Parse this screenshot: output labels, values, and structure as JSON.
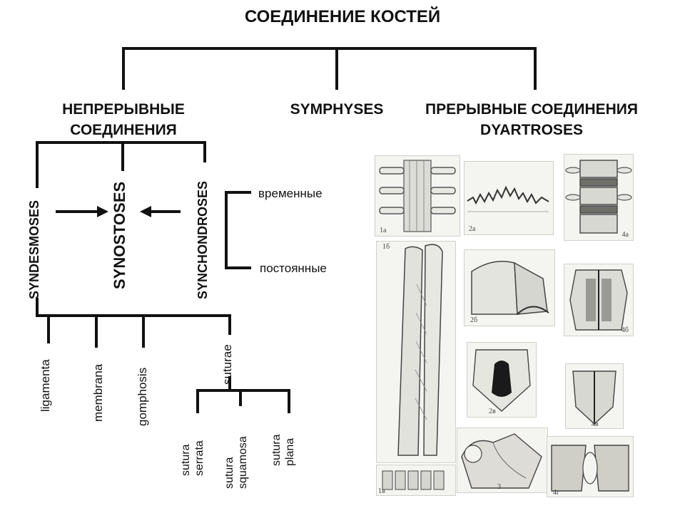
{
  "title": "СОЕДИНЕНИЕ КОСТЕЙ",
  "categories": {
    "continuous": "НЕПРЕРЫВНЫЕ\nСОЕДИНЕНИЯ",
    "symphyses": "SYMPHYSES",
    "discontinuous": "ПРЕРЫВНЫЕ СОЕДИНЕНИЯ\nDYARTROSES"
  },
  "continuous_types": {
    "syndesmoses": "SYNDESMOSES",
    "synostoses": "SYNOSTOSES",
    "synchondroses": "SYNCHONDROSES"
  },
  "synchondroses_kinds": {
    "temporary": "временные",
    "permanent": "постоянные"
  },
  "syndesmoses_kinds": {
    "ligamenta": "ligamenta",
    "membrana": "membrana",
    "gomphosis": "gomphosis",
    "suturae": "suturae"
  },
  "suturae_kinds": {
    "serrata": "sutura\nserrata",
    "squamosa": "sutura\nsquamosa",
    "plana": "sutura\nplana"
  },
  "figure_labels": {
    "p1a": "1a",
    "p1b": "1б",
    "p1v": "1в",
    "p2a": "2а",
    "p2b": "2б",
    "p2v": "2в",
    "p3": "3",
    "p4a": "4а",
    "p4b": "4б",
    "p4v": "4в",
    "p4g": "4г"
  }
}
